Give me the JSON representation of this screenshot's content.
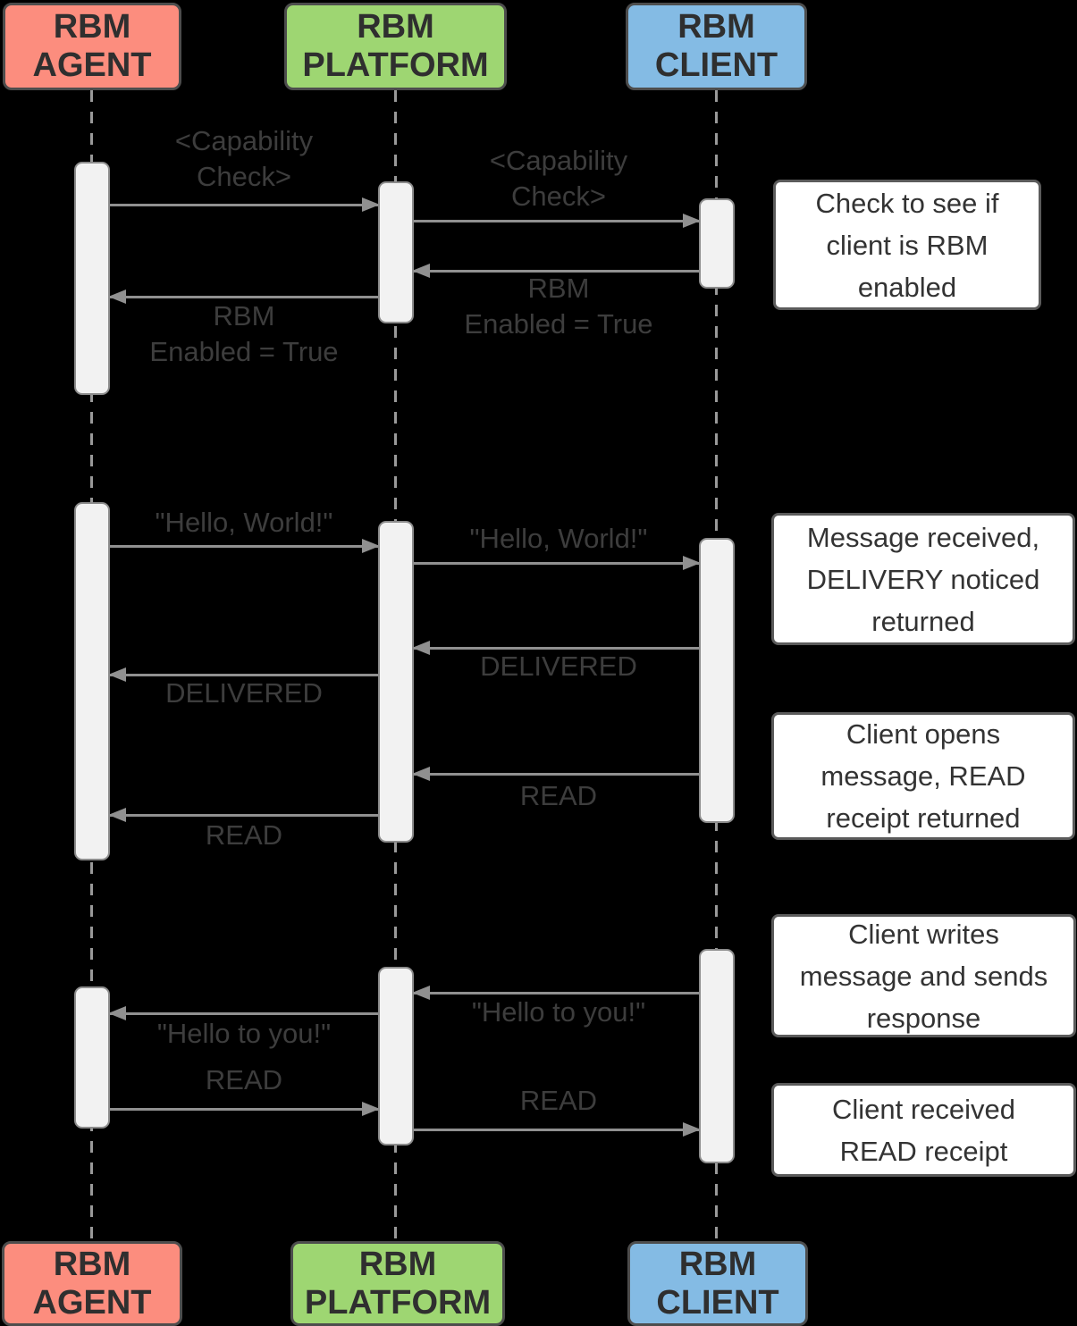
{
  "colors": {
    "background": "#000000",
    "agent_fill": "#FC8D7E",
    "platform_fill": "#9ED672",
    "client_fill": "#84BBE4",
    "actor_border": "#4D4D4D",
    "actor_text": "#2F2F2F",
    "lifeline": "#999999",
    "activation_fill": "#F2F2F2",
    "activation_border": "#8C8C8C",
    "arrow": "#909090",
    "arrow_label_text": "#3D3D3D",
    "note_fill": "#FFFFFF",
    "note_border": "#5B5B5B",
    "note_text": "#333333"
  },
  "actors": {
    "agent": "RBM\nAGENT",
    "platform": "RBM\nPLATFORM",
    "client": "RBM\nCLIENT"
  },
  "sections": [
    {
      "messages": [
        {
          "from": "agent",
          "to": "platform",
          "label": "<Capability\nCheck>"
        },
        {
          "from": "platform",
          "to": "client",
          "label": "<Capability\nCheck>"
        },
        {
          "from": "client",
          "to": "platform",
          "label": "RBM\nEnabled = True"
        },
        {
          "from": "platform",
          "to": "agent",
          "label": "RBM\nEnabled = True"
        }
      ],
      "notes": [
        "Check to see if\nclient is RBM\nenabled"
      ]
    },
    {
      "messages": [
        {
          "from": "agent",
          "to": "platform",
          "label": "\"Hello, World!\""
        },
        {
          "from": "platform",
          "to": "client",
          "label": "\"Hello, World!\""
        },
        {
          "from": "client",
          "to": "platform",
          "label": "DELIVERED"
        },
        {
          "from": "platform",
          "to": "agent",
          "label": "DELIVERED"
        },
        {
          "from": "client",
          "to": "platform",
          "label": "READ"
        },
        {
          "from": "platform",
          "to": "agent",
          "label": "READ"
        }
      ],
      "notes": [
        "Message received,\nDELIVERY noticed\nreturned",
        "Client opens\nmessage, READ\nreceipt returned"
      ]
    },
    {
      "messages": [
        {
          "from": "client",
          "to": "platform",
          "label": "\"Hello to you!\""
        },
        {
          "from": "platform",
          "to": "agent",
          "label": "\"Hello to you!\""
        },
        {
          "from": "agent",
          "to": "platform",
          "label": "READ"
        },
        {
          "from": "platform",
          "to": "client",
          "label": "READ"
        }
      ],
      "notes": [
        "Client writes\nmessage and sends\nresponse",
        "Client received\nREAD receipt"
      ]
    }
  ]
}
